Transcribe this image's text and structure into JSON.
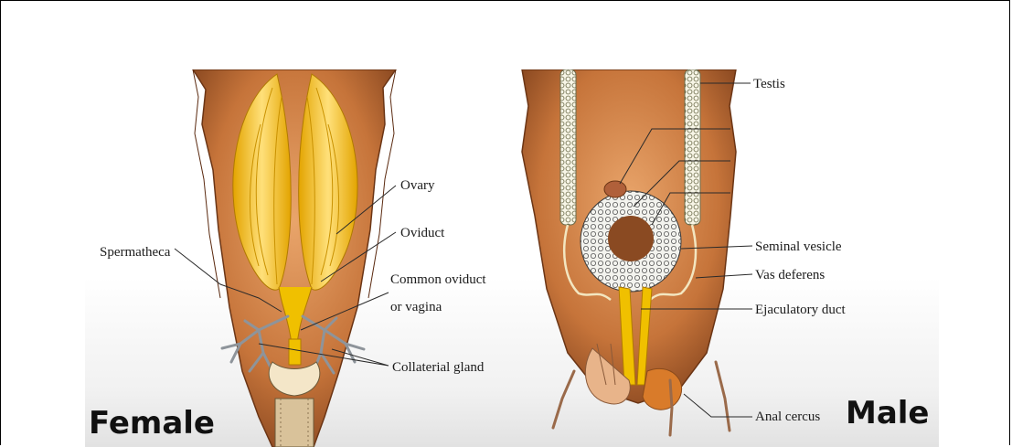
{
  "diagram": {
    "female": {
      "title": "Female",
      "labels": {
        "ovary": "Ovary",
        "oviduct": "Oviduct",
        "spermatheca": "Spermatheca",
        "common_oviduct_1": "Common oviduct",
        "common_oviduct_2": "or vagina",
        "collateral_gland": "Collaterial gland"
      }
    },
    "male": {
      "title": "Male",
      "labels": {
        "testis": "Testis",
        "seminal_vesicle": "Seminal vesicle",
        "vas_deferens": "Vas deferens",
        "ejaculatory_duct": "Ejaculatory duct",
        "anal_cercus": "Anal cercus"
      }
    }
  },
  "colors": {
    "abdomen_dark": "#7a3d1a",
    "abdomen_light": "#e8a56a",
    "ovary_yellow": "#f4c21a",
    "duct_yellow": "#f0c000",
    "gland_gray": "#9aa0a6",
    "vesicle_white": "#f2f2ee"
  }
}
